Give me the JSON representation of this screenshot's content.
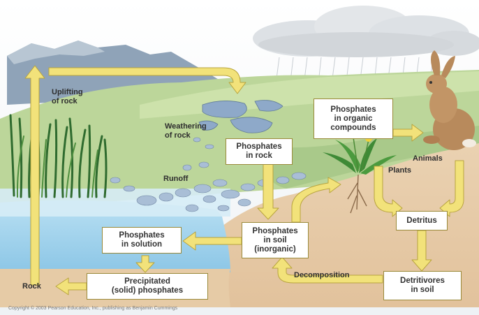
{
  "boxes": {
    "organic": "Phosphates\nin organic\ncompounds",
    "rock": "Phosphates\nin rock",
    "soil": "Phosphates\nin soil\n(inorganic)",
    "solution": "Phosphates\nin solution",
    "precipitated": "Precipitated\n(solid) phosphates",
    "detritus": "Detritus",
    "detritivores": "Detritivores\nin soil"
  },
  "labels": {
    "uplifting": "Uplifting\nof rock",
    "weathering": "Weathering\nof rock",
    "runoff": "Runoff",
    "plants": "Plants",
    "animals": "Animals",
    "decomposition": "Decomposition",
    "rock": "Rock"
  },
  "footer": {
    "copyright": "Copyright © 2003 Pearson Education, Inc., publishing as Benjamin Cummings"
  },
  "colors": {
    "arrow": "#f2e27a",
    "arrow_outline": "#b8a43e",
    "water": "#9fd1ec",
    "soil": "#e6c9a4",
    "grass": "#bcd69a",
    "mountain": "#8fa3b8"
  }
}
